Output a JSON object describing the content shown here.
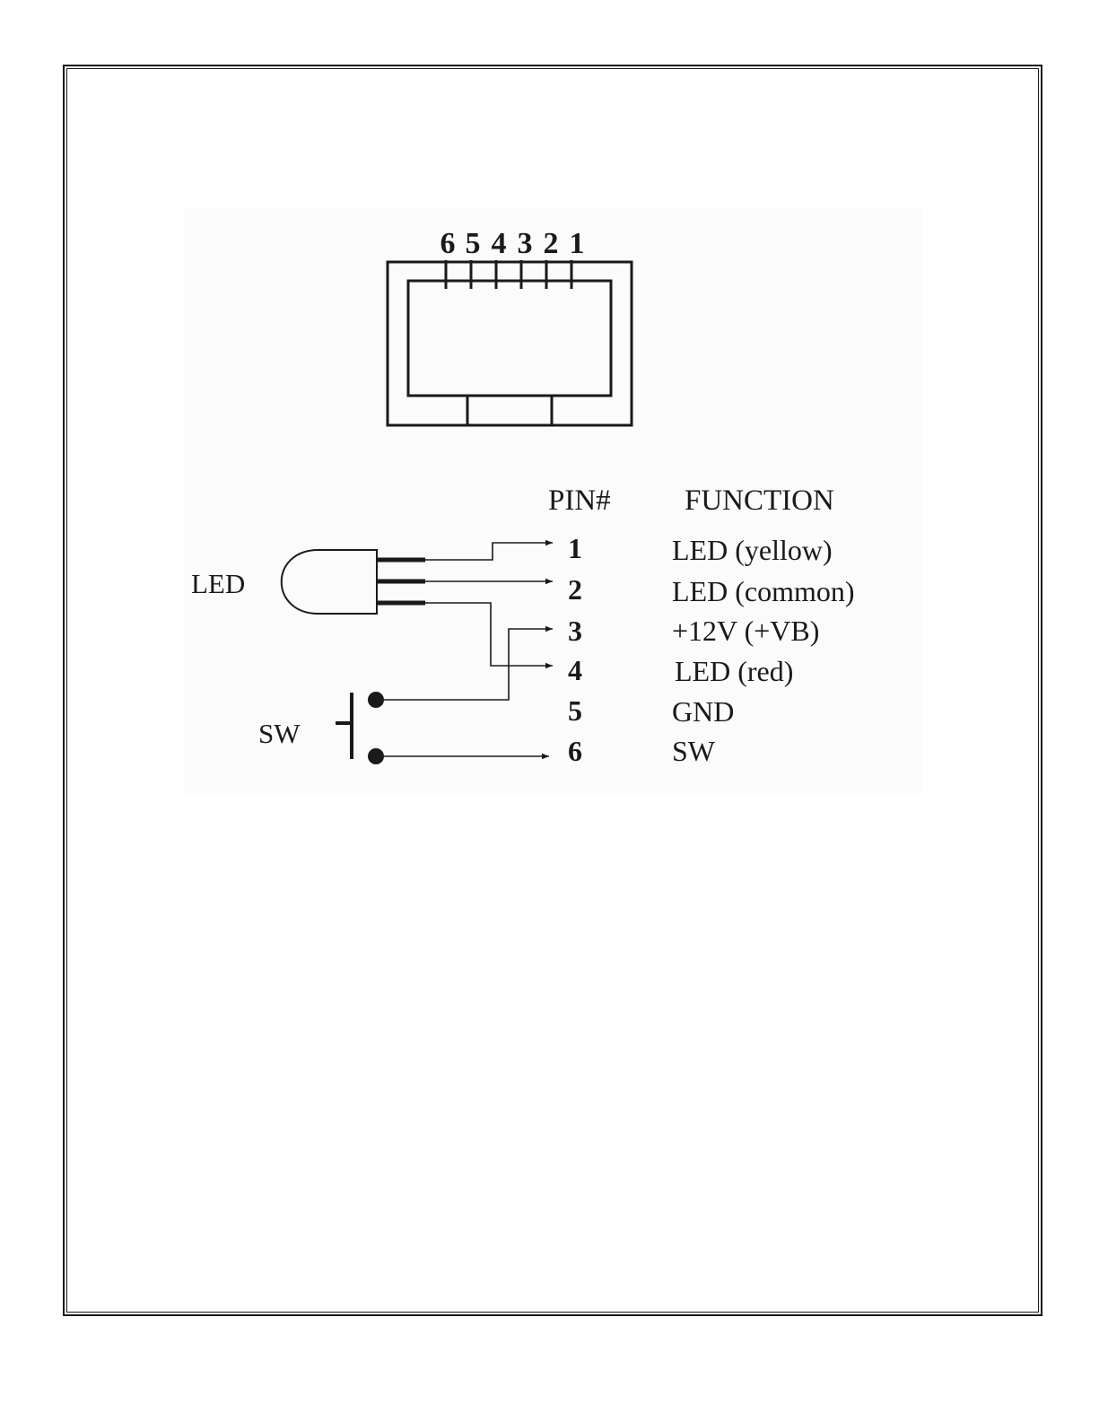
{
  "connector": {
    "pin_labels": [
      "6",
      "5",
      "4",
      "3",
      "2",
      "1"
    ]
  },
  "table": {
    "pin_header": "PIN#",
    "function_header": "FUNCTION",
    "rows": [
      {
        "pin": "1",
        "function": "LED (yellow)"
      },
      {
        "pin": "2",
        "function": "LED (common)"
      },
      {
        "pin": "3",
        "function": "+12V (+VB)"
      },
      {
        "pin": "4",
        "function": "LED (red)"
      },
      {
        "pin": "5",
        "function": "GND"
      },
      {
        "pin": "6",
        "function": "SW"
      }
    ]
  },
  "components": {
    "led_label": "LED",
    "switch_label": "SW"
  }
}
